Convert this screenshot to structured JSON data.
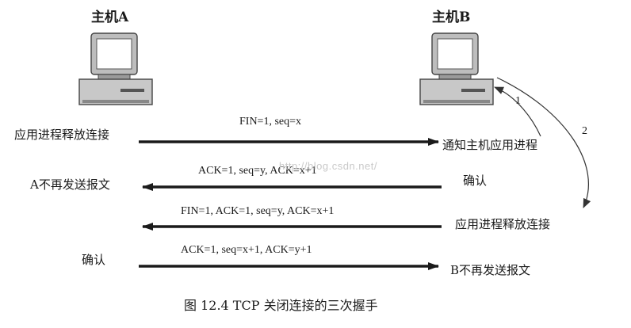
{
  "hosts": {
    "a_label": "主机A",
    "b_label": "主机B"
  },
  "steps": [
    {
      "message": "FIN=1, seq=x",
      "left": "应用进程释放连接",
      "right": "通知主机应用进程",
      "direction": "A→B"
    },
    {
      "message": "ACK=1, seq=y,  ACK=x+1",
      "left": "A不再发送报文",
      "right": "确认",
      "direction": "B→A"
    },
    {
      "message": "FIN=1, ACK=1, seq=y,    ACK=x+1",
      "left": "",
      "right": "应用进程释放连接",
      "direction": "B→A"
    },
    {
      "message": "ACK=1, seq=x+1,    ACK=y+1",
      "left": "确认",
      "right": "B不再发送报文",
      "direction": "A→B"
    }
  ],
  "side_arrows": {
    "label_1": "1",
    "label_2": "2"
  },
  "watermark": "http://blog.csdn.net/",
  "caption": "图 12.4    TCP 关闭连接的三次握手"
}
